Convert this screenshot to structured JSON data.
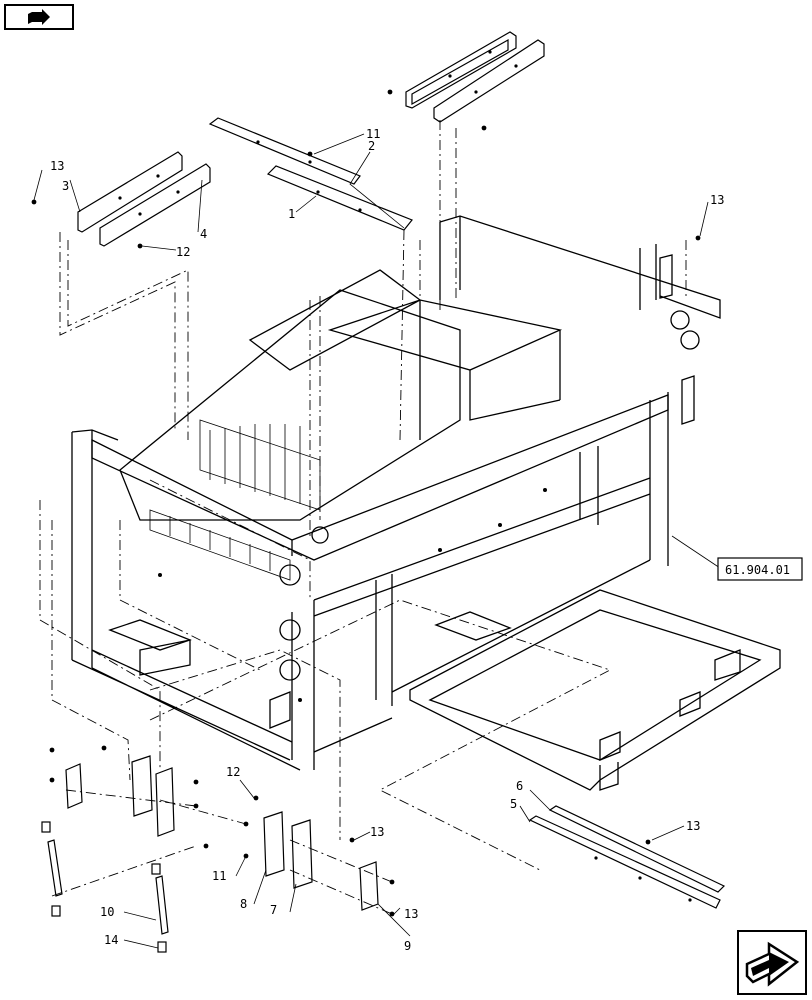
{
  "callouts": [
    {
      "id": "c1",
      "label": "1"
    },
    {
      "id": "c2",
      "label": "2"
    },
    {
      "id": "c3",
      "label": "3"
    },
    {
      "id": "c4",
      "label": "4"
    },
    {
      "id": "c5",
      "label": "5"
    },
    {
      "id": "c6",
      "label": "6"
    },
    {
      "id": "c7",
      "label": "7"
    },
    {
      "id": "c8",
      "label": "8"
    },
    {
      "id": "c9",
      "label": "9"
    },
    {
      "id": "c10",
      "label": "10"
    },
    {
      "id": "c11a",
      "label": "11"
    },
    {
      "id": "c11b",
      "label": "11"
    },
    {
      "id": "c12a",
      "label": "12"
    },
    {
      "id": "c12b",
      "label": "12"
    },
    {
      "id": "c13a",
      "label": "13"
    },
    {
      "id": "c13b",
      "label": "13"
    },
    {
      "id": "c13c",
      "label": "13"
    },
    {
      "id": "c13d",
      "label": "13"
    },
    {
      "id": "c13e",
      "label": "13"
    },
    {
      "id": "c14",
      "label": "14"
    }
  ],
  "reference_box": {
    "label": "61.904.01"
  },
  "nav": {
    "prev_icon": "arrow-right-icon",
    "next_icon": "arrow-next-icon"
  }
}
